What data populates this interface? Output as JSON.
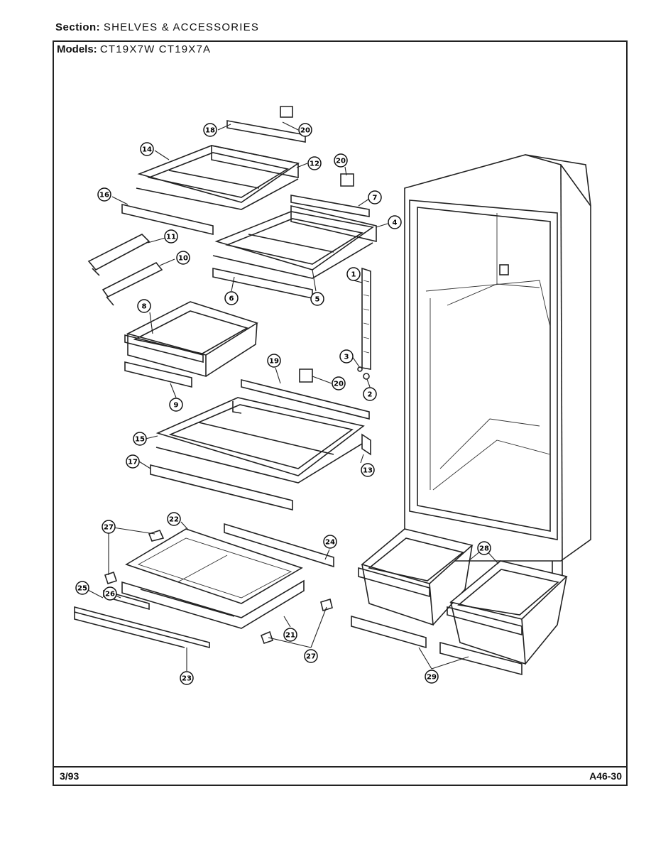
{
  "header": {
    "section_label": "Section:",
    "section_value": "SHELVES & ACCESSORIES",
    "models_label": "Models:",
    "models_value": "CT19X7W CT19X7A"
  },
  "footer": {
    "date": "3/93",
    "page_code": "A46-30"
  },
  "callouts": [
    "1",
    "2",
    "3",
    "4",
    "5",
    "6",
    "7",
    "8",
    "9",
    "10",
    "11",
    "12",
    "13",
    "14",
    "15",
    "16",
    "17",
    "18",
    "19",
    "20",
    "21",
    "22",
    "23",
    "24",
    "25",
    "26",
    "27",
    "28",
    "29"
  ],
  "callouts_repeated": [
    "20",
    "20",
    "27"
  ]
}
